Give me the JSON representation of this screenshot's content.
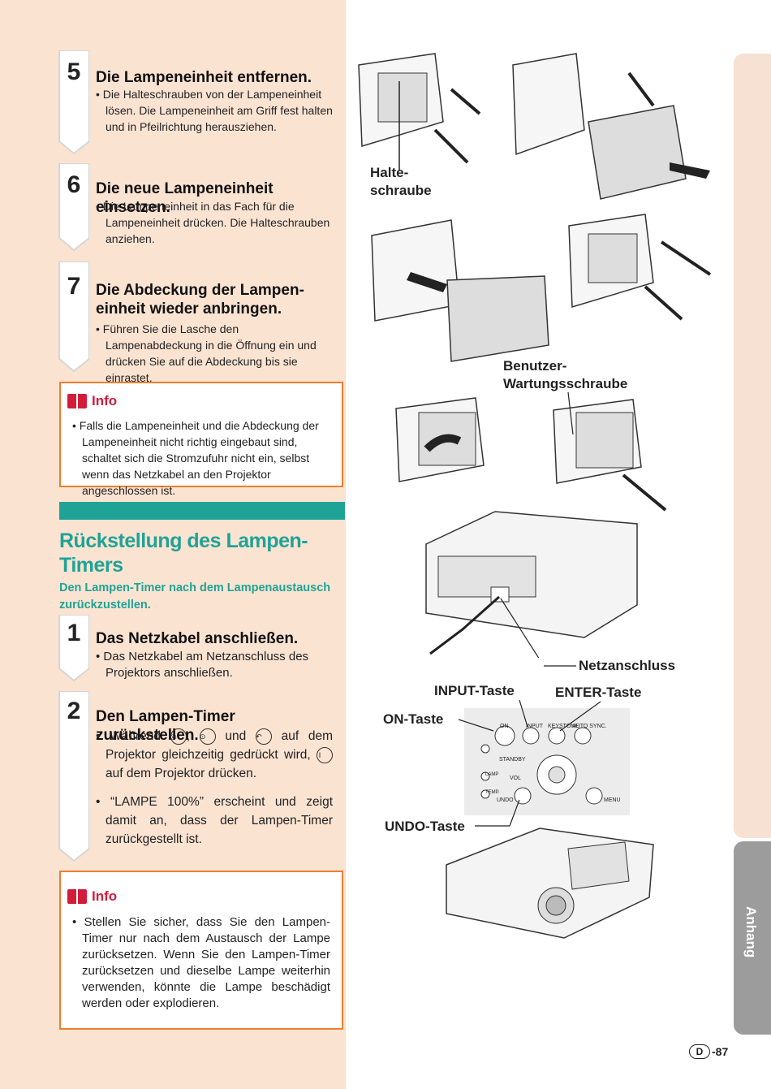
{
  "steps": [
    {
      "num": "5",
      "title": "Die Lampeneinheit entfernen.",
      "bullet": "Die Halteschrauben von der Lampeneinheit lösen. Die Lampeneinheit am Griff fest halten und in Pfeilrichtung herausziehen."
    },
    {
      "num": "6",
      "title": "Die neue Lampeneinheit einsetzen.",
      "bullet": "Die Lampeneinheit in das Fach für die Lampeneinheit drücken. Die Halteschrauben anziehen."
    },
    {
      "num": "7",
      "title_line1": "Die Abdeckung der Lampen-",
      "title_line2": "einheit wieder anbringen.",
      "bullet": "Führen Sie die Lasche den Lampenabdeckung in die Öffnung ein und drücken Sie auf die Abdeckung bis sie einrastet."
    }
  ],
  "info1": {
    "label": "Info",
    "text": "Falls die Lampeneinheit und die Abdeckung der Lampeneinheit nicht richtig eingebaut sind, schaltet sich die Stromzufuhr nicht ein, selbst wenn das Netzkabel an den Projektor angeschlossen ist."
  },
  "section": {
    "title_line1": "Rückstellung des Lampen-",
    "title_line2": "Timers",
    "subtitle_line1": "Den Lampen-Timer nach dem Lampenaustausch",
    "subtitle_line2": "zurückzustellen."
  },
  "steps2": [
    {
      "num": "1",
      "title": "Das Netzkabel anschließen.",
      "bullet": "Das Netzkabel am Netzanschluss des Projektors anschließen."
    },
    {
      "num": "2",
      "title": "Den Lampen-Timer zurückstellen.",
      "b1_part1": "Während",
      "b1_sep": ",",
      "b1_and": "und",
      "b1_part2": "auf dem Projektor gleichzeitig gedrückt wird,",
      "b1_part3": "auf dem Projektor drücken.",
      "b2": "“LAMPE 100%” erscheint und zeigt damit an, dass der Lampen-Timer zurückgestellt ist.",
      "key_input": "INPUT",
      "key_undo": "UNDO",
      "key_on": "ON"
    }
  ],
  "info2": {
    "label": "Info",
    "text": "Stellen Sie sicher, dass Sie den Lampen-Timer nur nach dem Austausch der Lampe zurücksetzen. Wenn Sie den Lampen-Timer zurücksetzen und dieselbe Lampe weiterhin verwenden, könnte die Lampe beschädigt werden oder explodieren."
  },
  "callouts": {
    "halte1": "Halte-",
    "halte2": "schraube",
    "benutzer1": "Benutzer-",
    "benutzer2": "Wartungsschraube",
    "netz": "Netzanschluss",
    "input": "INPUT-Taste",
    "enter": "ENTER-Taste",
    "on": "ON-Taste",
    "undo": "UNDO-Taste"
  },
  "panel": {
    "on": "ON",
    "input": "INPUT",
    "keystone": "KEYSTONE",
    "auto": "AUTO SYNC.",
    "standby": "STANDBY",
    "lamp": "LAMP",
    "temp": "TEMP.",
    "vol": "VOL",
    "undo": "UNDO",
    "menu": "MENU"
  },
  "sidetab": "Anhang",
  "page": {
    "letter": "D",
    "number": "-87"
  }
}
